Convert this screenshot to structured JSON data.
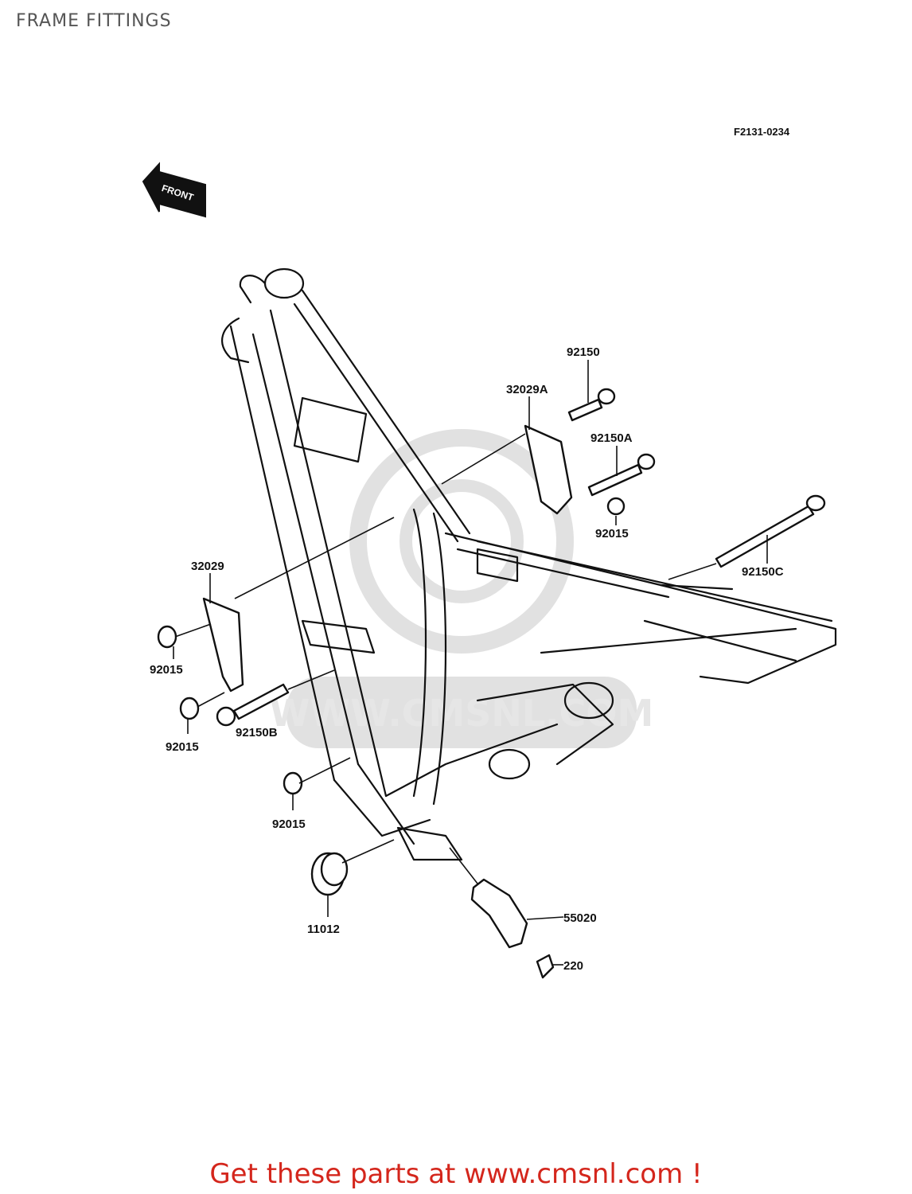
{
  "header": {
    "title": "FRAME FITTINGS"
  },
  "diagram": {
    "code": "F2131-0234",
    "front_badge": "FRONT",
    "watermark": "WWW.CMSNL.COM",
    "parts": [
      {
        "id": "92150",
        "label": "92150"
      },
      {
        "id": "32029A",
        "label": "32029A"
      },
      {
        "id": "92150A",
        "label": "92150A"
      },
      {
        "id": "92015-right",
        "label": "92015"
      },
      {
        "id": "92150C",
        "label": "92150C"
      },
      {
        "id": "32029",
        "label": "32029"
      },
      {
        "id": "92015-left-upper",
        "label": "92015"
      },
      {
        "id": "92015-left-mid",
        "label": "92015"
      },
      {
        "id": "92150B",
        "label": "92150B"
      },
      {
        "id": "92015-left-lower",
        "label": "92015"
      },
      {
        "id": "11012",
        "label": "11012"
      },
      {
        "id": "55020",
        "label": "55020"
      },
      {
        "id": "220",
        "label": "220"
      }
    ]
  },
  "footer": {
    "text": "Get these parts at www.cmsnl.com !",
    "color": "#d4261c"
  }
}
